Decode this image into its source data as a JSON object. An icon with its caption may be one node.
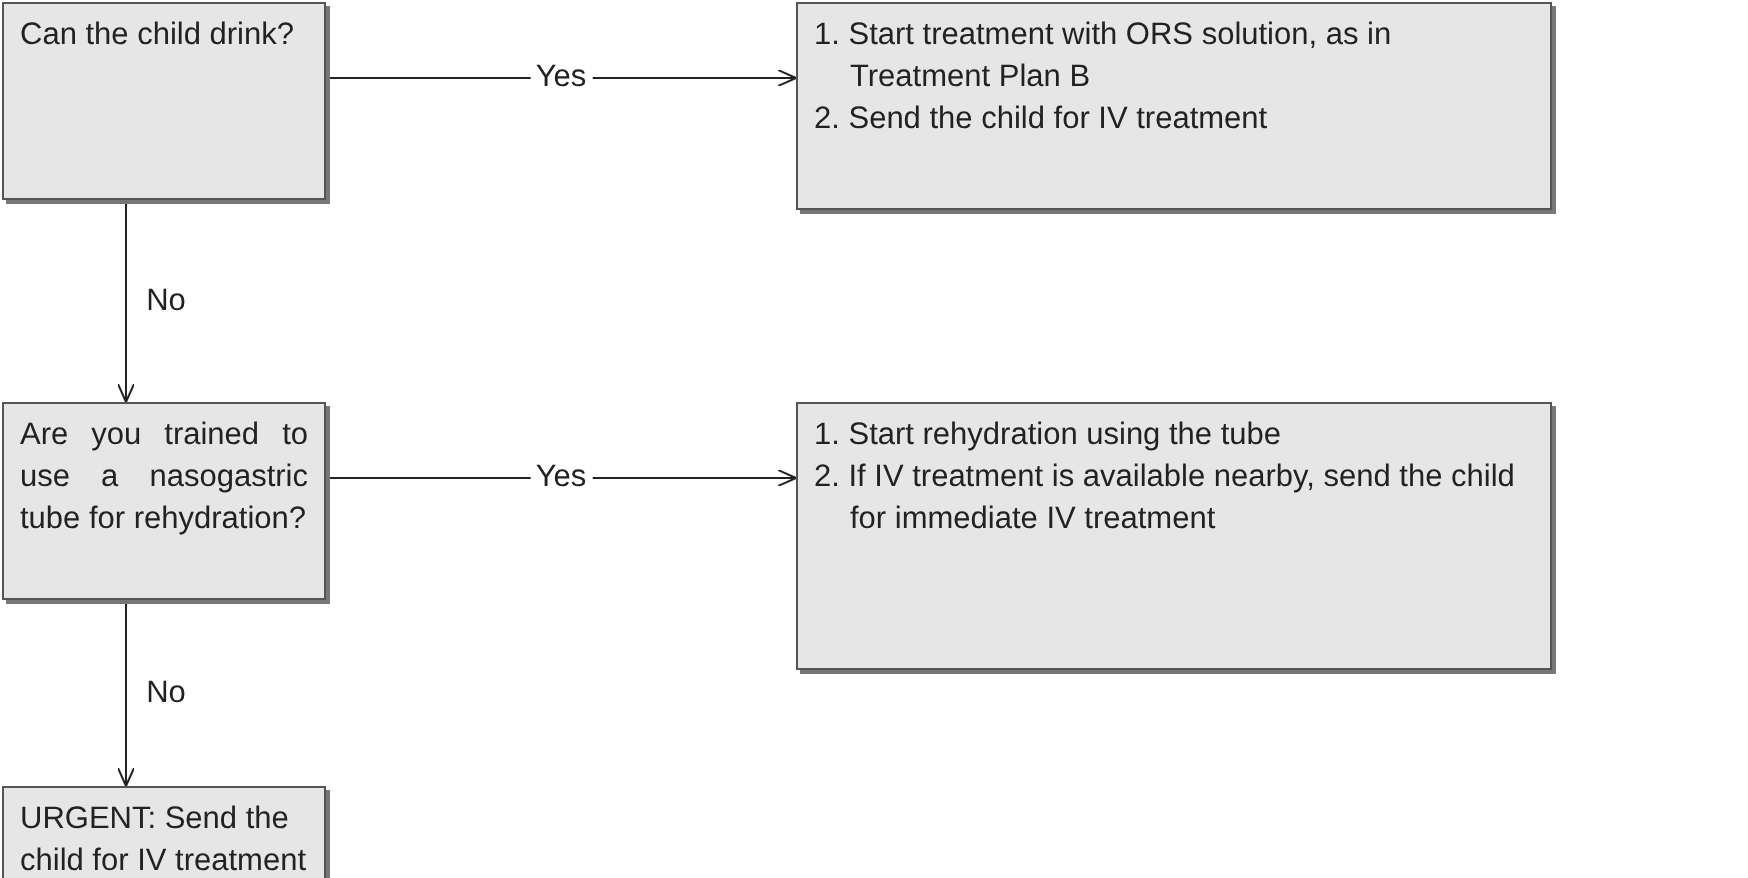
{
  "diagram": {
    "nodes": [
      {
        "text": [
          "Can the child drink?"
        ]
      },
      {
        "text": [
          "1. Start treatment with ORS solution, as in Treatment Plan B",
          "2. Send the child for IV treatment"
        ]
      },
      {
        "text": [
          "Are you trained to use a nasogastric tube for rehydration?"
        ]
      },
      {
        "text": [
          "1. Start rehydration using the tube",
          "2. If IV treatment is available nearby, send the child for immediate IV treatment"
        ]
      },
      {
        "text": [
          "URGENT: Send the child for IV treatment"
        ]
      }
    ],
    "edges": [
      {
        "from": 0,
        "to": 1,
        "arrow": "to",
        "label": "Yes"
      },
      {
        "from": 0,
        "to": 2,
        "arrow": "to",
        "label": "No"
      },
      {
        "from": 2,
        "to": 3,
        "arrow": "to",
        "label": "Yes"
      },
      {
        "from": 2,
        "to": 4,
        "arrow": "to",
        "label": "No"
      }
    ]
  }
}
